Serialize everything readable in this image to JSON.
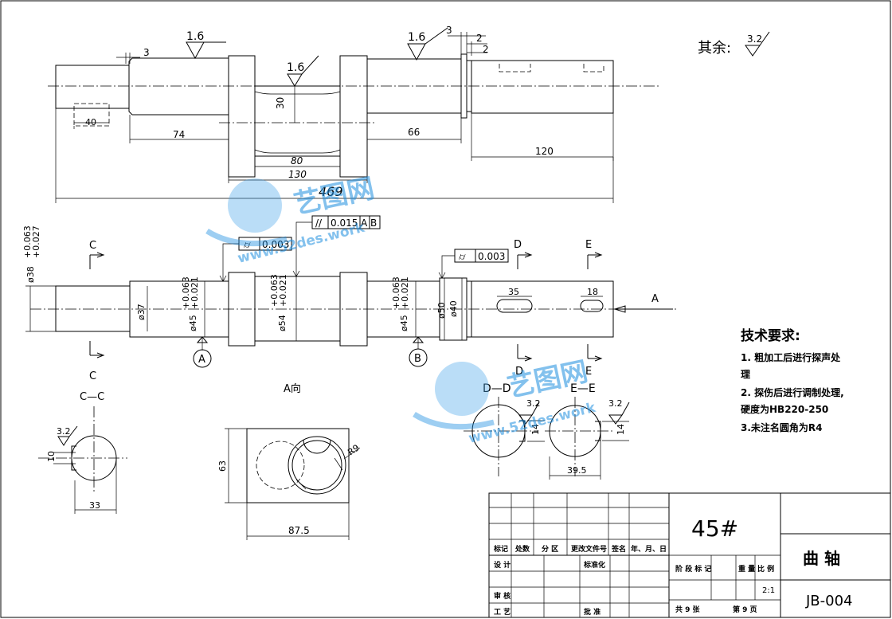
{
  "roughness": {
    "r16": "1.6",
    "r32": "3.2",
    "remaining_label": "其余:",
    "remaining_value": "3.2"
  },
  "dimensions": {
    "top": [
      "3",
      "3",
      "2",
      "2",
      "30",
      "40",
      "74",
      "80",
      "130",
      "66",
      "120",
      "469"
    ],
    "mid": {
      "d38": "ø38",
      "d38_tol_u": "+0.063",
      "d38_tol_l": "+0.027",
      "d37": "ø37",
      "d45a": "ø45",
      "d45a_tol_u": "+0.063",
      "d45a_tol_l": "+0.021",
      "d54": "ø54",
      "d54_tol_u": "+0.063",
      "d54_tol_l": "+0.021",
      "d45b": "ø45",
      "d45b_tol_u": "+0.063",
      "d45b_tol_l": "+0.021",
      "d50": "ø50",
      "d40": "ø40",
      "key35": "35",
      "key18": "18"
    },
    "sections": {
      "c10": "10",
      "c33": "33",
      "a63": "63",
      "a875": "87.5",
      "aR9": "R9",
      "d14": "14",
      "e14": "14",
      "e395": "39.5"
    }
  },
  "tolerances": {
    "circ_symbol": "⌭",
    "par_symbol": "//",
    "runout1": "0.003",
    "parallel": "0.015",
    "parallel_ref_a": "A",
    "parallel_ref_b": "B",
    "runout2": "0.003",
    "datum_a": "A",
    "datum_b": "B"
  },
  "views": {
    "c_mark": "C",
    "d_mark": "D",
    "e_mark": "E",
    "a_arrow": "A",
    "c_label": "C",
    "d_label": "D",
    "e_label": "E",
    "section_cc": "C—C",
    "view_a": "A向",
    "section_dd": "D—D",
    "section_ee": "E—E"
  },
  "tech_requirements": {
    "title": "技术要求:",
    "line1": "1. 粗加工后进行探声处",
    "line1b": "理",
    "line2": "2. 探伤后进行调制处理,",
    "line2b": "硬度为HB220-250",
    "line3": "3.未注名圆角为R4"
  },
  "title_block": {
    "material": "45#",
    "part_name": "曲 轴",
    "drawing_no": "JB-004",
    "h_mark": "标记",
    "h_count": "处数",
    "h_zone": "分 区",
    "h_change_doc": "更改文件号",
    "h_sign": "签名",
    "h_date": "年、月、日",
    "design": "设 计",
    "standardize": "标准化",
    "review": "审 核",
    "process": "工 艺",
    "approve": "批 准",
    "stage_label": "阶 段 标 记",
    "weight": "重 量",
    "scale_label": "比 例",
    "scale_value": "2:1",
    "total_sheets": "共 9 张",
    "sheet_no": "第 9 页"
  },
  "watermark": {
    "brand": "艺图网",
    "url": "www.52des.work"
  }
}
